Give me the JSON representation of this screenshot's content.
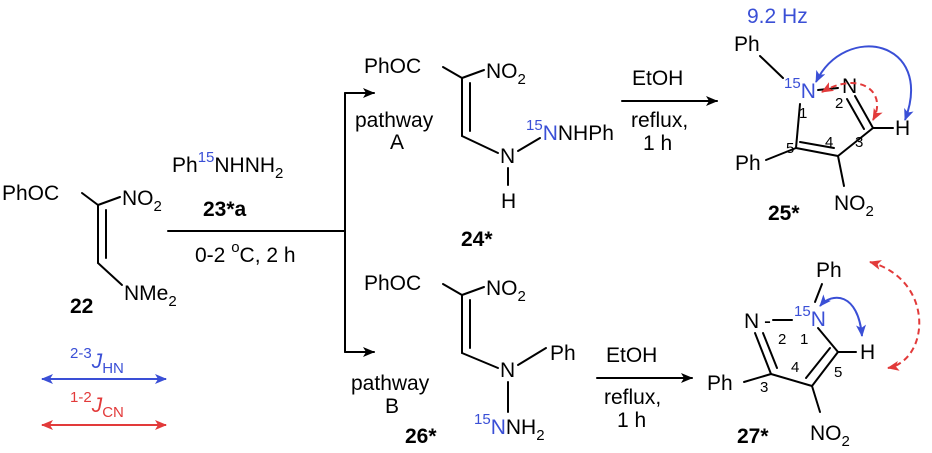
{
  "colors": {
    "black": "#000000",
    "blue": "#3a4fd6",
    "red": "#e23a3a"
  },
  "compound_22": {
    "label": "22",
    "acyl": "PhOC",
    "nitro_base": "NO",
    "nitro_sub": "2",
    "amine_base": "NMe",
    "amine_sub": "2"
  },
  "reagent": {
    "ph": "Ph",
    "isotope": "15",
    "rest": "NHNH",
    "rest_sub": "2",
    "label": "23*a",
    "conditions_temp": "0-2 ",
    "conditions_deg": "o",
    "conditions_rest": "C, 2 h"
  },
  "pathway_a": {
    "word": "pathway",
    "letter": "A"
  },
  "pathway_b": {
    "word": "pathway",
    "letter": "B"
  },
  "compound_24": {
    "label": "24*",
    "acyl": "PhOC",
    "nitro_base": "NO",
    "nitro_sub": "2",
    "n_atom": "N",
    "h_atom": "H",
    "isotope": "15",
    "nhph": "NHPh"
  },
  "compound_26": {
    "label": "26*",
    "acyl": "PhOC",
    "nitro_base": "NO",
    "nitro_sub": "2",
    "n_atom": "N",
    "ph": "Ph",
    "isotope": "15",
    "nh_base": "NH",
    "nh_sub": "2"
  },
  "step_a": {
    "solvent": "EtOH",
    "line1": "reflux,",
    "line2": "1 h"
  },
  "step_b": {
    "solvent": "EtOH",
    "line1": "reflux,",
    "line2": "1 h"
  },
  "compound_25": {
    "label": "25*",
    "n_ph": "Ph",
    "isotope": "15",
    "n1": "N",
    "n2": "N",
    "h": "H",
    "c_ph": "Ph",
    "nitro_base": "NO",
    "nitro_sub": "2",
    "pos1": "1",
    "pos2": "2",
    "pos3": "3",
    "pos4": "4",
    "pos5": "5",
    "coupling": "9.2 Hz"
  },
  "compound_27": {
    "label": "27*",
    "n_ph": "Ph",
    "isotope": "15",
    "n1": "N",
    "n2": "N",
    "h": "H",
    "c_ph": "Ph",
    "nitro_base": "NO",
    "nitro_sub": "2",
    "pos1": "1",
    "pos2": "2",
    "pos3": "3",
    "pos4": "4",
    "pos5": "5"
  },
  "legend": {
    "hn_range": "2-3",
    "hn_j": "J",
    "hn_sub": "HN",
    "cn_range": "1-2",
    "cn_j": "J",
    "cn_sub": "CN"
  }
}
